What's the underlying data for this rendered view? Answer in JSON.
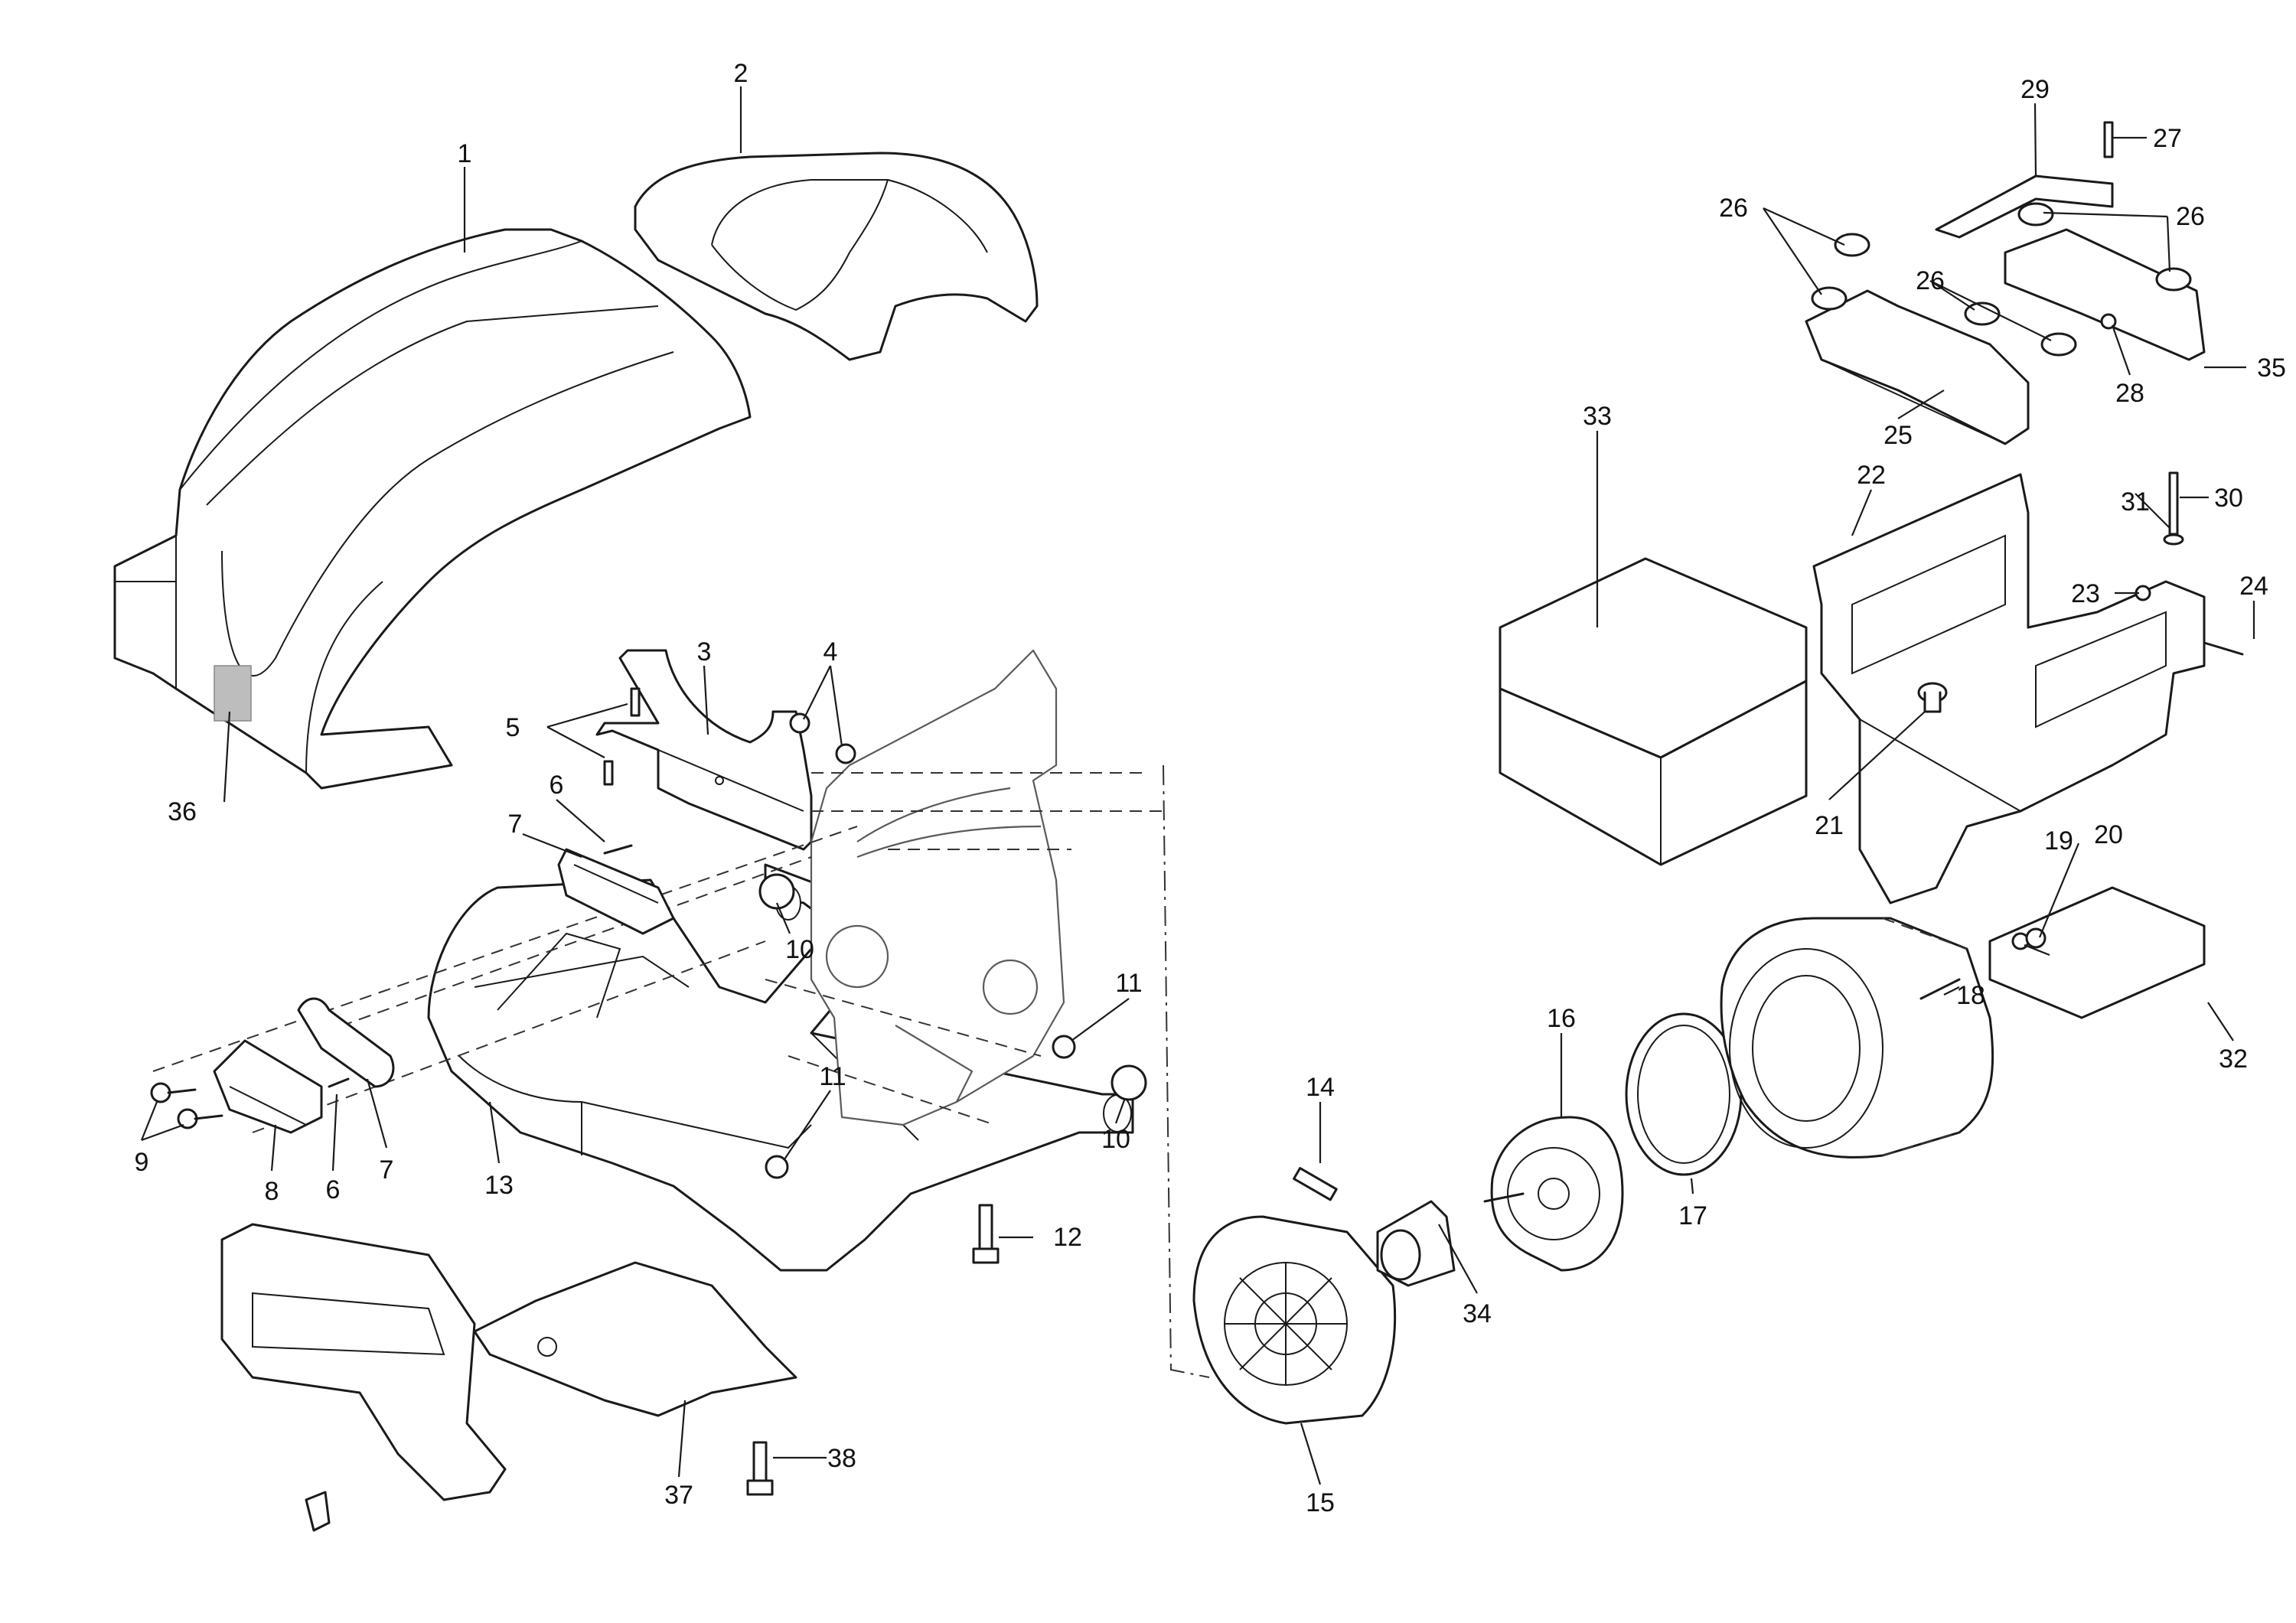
{
  "callouts": [
    {
      "id": "1",
      "text": "1"
    },
    {
      "id": "2",
      "text": "2"
    },
    {
      "id": "3",
      "text": "3"
    },
    {
      "id": "4",
      "text": "4"
    },
    {
      "id": "5",
      "text": "5"
    },
    {
      "id": "6a",
      "text": "6"
    },
    {
      "id": "6b",
      "text": "6"
    },
    {
      "id": "7a",
      "text": "7"
    },
    {
      "id": "7b",
      "text": "7"
    },
    {
      "id": "8",
      "text": "8"
    },
    {
      "id": "9",
      "text": "9"
    },
    {
      "id": "10a",
      "text": "10"
    },
    {
      "id": "10b",
      "text": "10"
    },
    {
      "id": "11a",
      "text": "11"
    },
    {
      "id": "11b",
      "text": "11"
    },
    {
      "id": "12",
      "text": "12"
    },
    {
      "id": "13",
      "text": "13"
    },
    {
      "id": "14",
      "text": "14"
    },
    {
      "id": "15",
      "text": "15"
    },
    {
      "id": "16",
      "text": "16"
    },
    {
      "id": "17",
      "text": "17"
    },
    {
      "id": "18",
      "text": "18"
    },
    {
      "id": "19",
      "text": "19"
    },
    {
      "id": "20",
      "text": "20"
    },
    {
      "id": "21",
      "text": "21"
    },
    {
      "id": "22",
      "text": "22"
    },
    {
      "id": "23",
      "text": "23"
    },
    {
      "id": "24",
      "text": "24"
    },
    {
      "id": "25",
      "text": "25"
    },
    {
      "id": "26a",
      "text": "26"
    },
    {
      "id": "26b",
      "text": "26"
    },
    {
      "id": "26c",
      "text": "26"
    },
    {
      "id": "27",
      "text": "27"
    },
    {
      "id": "28",
      "text": "28"
    },
    {
      "id": "29",
      "text": "29"
    },
    {
      "id": "30",
      "text": "30"
    },
    {
      "id": "31",
      "text": "31"
    },
    {
      "id": "32",
      "text": "32"
    },
    {
      "id": "33",
      "text": "33"
    },
    {
      "id": "34",
      "text": "34"
    },
    {
      "id": "35",
      "text": "35"
    },
    {
      "id": "36",
      "text": "36"
    },
    {
      "id": "37",
      "text": "37"
    },
    {
      "id": "38",
      "text": "38"
    }
  ]
}
